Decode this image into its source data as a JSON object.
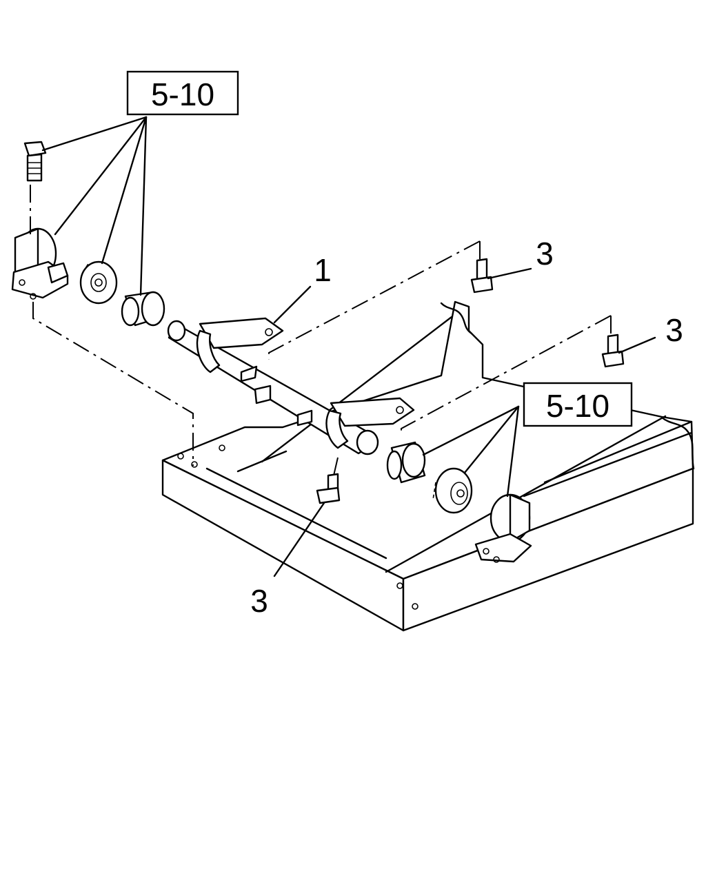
{
  "callouts": {
    "ref_top": "5-10",
    "ref_right": "5-10",
    "part_1": "1",
    "part_3_top": "3",
    "part_3_mid": "3",
    "part_3_bottom": "3"
  }
}
